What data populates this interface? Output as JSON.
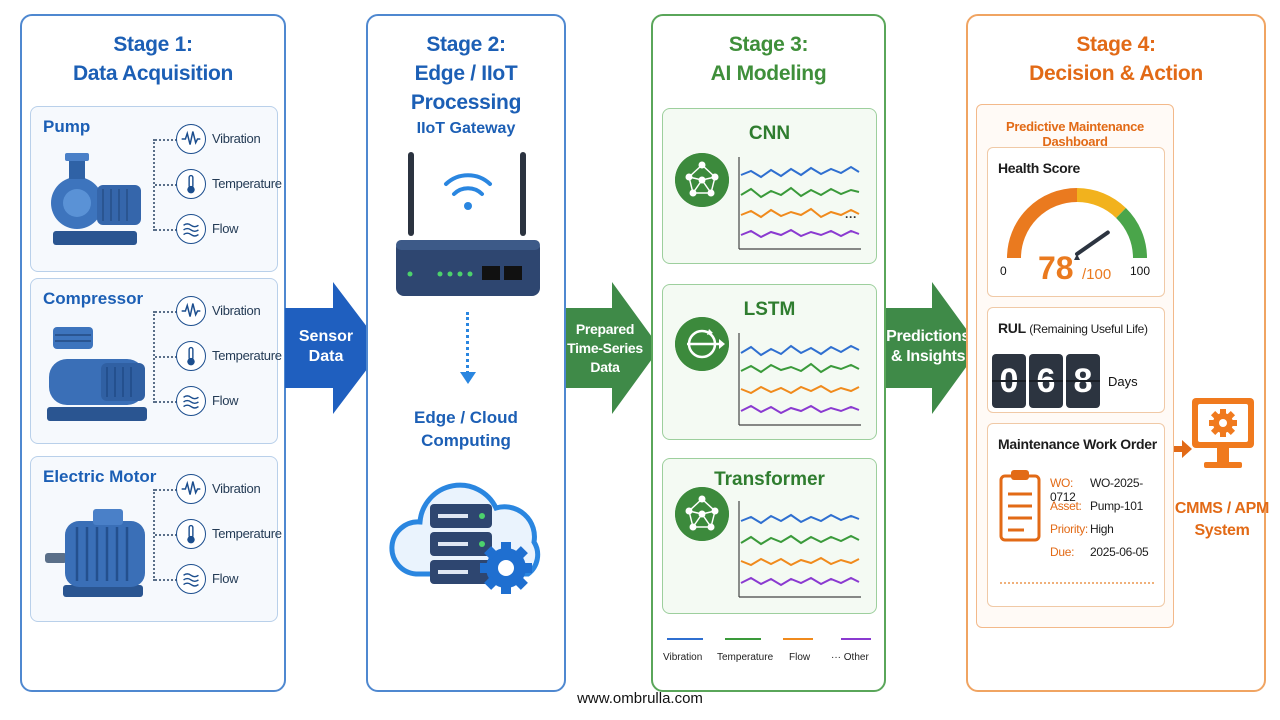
{
  "stages": [
    {
      "line1": "Stage 1:",
      "line2": "Data Acquisition"
    },
    {
      "line1": "Stage 2:",
      "line2": "Edge / IIoT Processing"
    },
    {
      "line1": "Stage 3:",
      "line2": "AI Modeling"
    },
    {
      "line1": "Stage 4:",
      "line2": "Decision & Action"
    }
  ],
  "equipment": [
    {
      "name": "Pump",
      "sensors": [
        "Vibration",
        "Temperature",
        "Flow"
      ]
    },
    {
      "name": "Compressor",
      "sensors": [
        "Vibration",
        "Temperature",
        "Flow"
      ]
    },
    {
      "name": "Electric Motor",
      "sensors": [
        "Vibration",
        "Temperature",
        "Flow"
      ]
    }
  ],
  "arrows": {
    "a1": [
      "Sensor",
      "Data"
    ],
    "a2": [
      "Prepared",
      "Time-Series",
      "Data"
    ],
    "a3": [
      "Predictions",
      "& Insights"
    ]
  },
  "edge": {
    "gateway_label": "IIoT Gateway",
    "cloud_label_1": "Edge / Cloud",
    "cloud_label_2": "Computing"
  },
  "models": [
    {
      "name": "CNN",
      "icon": "neural-network-icon"
    },
    {
      "name": "LSTM",
      "icon": "recurrent-cycle-icon"
    },
    {
      "name": "Transformer",
      "icon": "neural-network-icon"
    }
  ],
  "legend": [
    {
      "label": "Vibration",
      "color": "#2f6fd0"
    },
    {
      "label": "Temperature",
      "color": "#3a9a3a"
    },
    {
      "label": "Flow",
      "color": "#f08a1c"
    },
    {
      "label": "··· Other",
      "color": "#8a3ad0"
    }
  ],
  "dashboard": {
    "title": "Predictive Maintenance Dashboard",
    "health": {
      "title": "Health Score",
      "value": "78",
      "unit": "/100",
      "min": "0",
      "max": "100",
      "score": 78
    },
    "rul": {
      "title": "RUL",
      "title_detail": "(Remaining Useful Life)",
      "digits": [
        "0",
        "6",
        "8"
      ],
      "unit": "Days"
    },
    "work_order": {
      "title": "Maintenance Work Order",
      "rows": [
        {
          "k": "WO:",
          "v": "WO-2025-0712"
        },
        {
          "k": "Asset:",
          "v": "Pump-101"
        },
        {
          "k": "Priority:",
          "v": "High"
        },
        {
          "k": "Due:",
          "v": "2025-06-05"
        }
      ]
    }
  },
  "cmms": [
    "CMMS / APM",
    "System"
  ],
  "footer": "www.ombrulla.com",
  "colors": {
    "blue": "#1c5fb5",
    "green": "#3f8f3a",
    "orange": "#e26a16"
  }
}
